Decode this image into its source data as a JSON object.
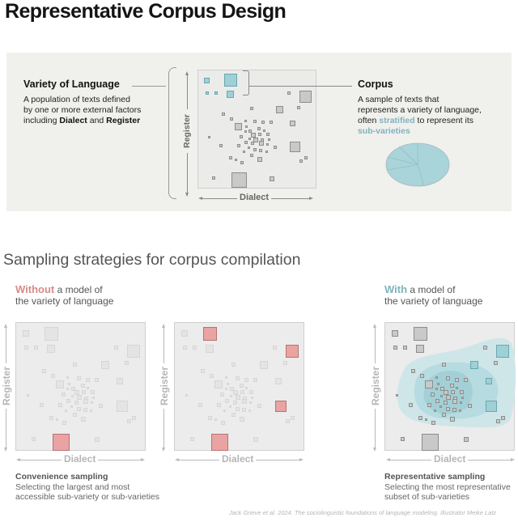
{
  "title": "Representative Corpus Design",
  "top_panel": {
    "variety": {
      "title": "Variety of Language",
      "desc_1": "A population of texts defined",
      "desc_2": "by one or more external factors",
      "desc_3_pre": "including ",
      "desc_3_b1": "Dialect",
      "desc_3_mid": " and ",
      "desc_3_b2": "Register"
    },
    "axes": {
      "y_label": "Register",
      "x_label": "Dialect"
    },
    "corpus": {
      "title": "Corpus",
      "desc_1": "A sample of texts that",
      "desc_2": "represents a variety of language,",
      "desc_3_pre": "often ",
      "desc_3_hl": "stratified",
      "desc_3_post": " to represent its",
      "desc_4_hl": "sub-varieties"
    },
    "pie": {
      "fill": "#a8d4da",
      "stroke": "#9bbcc1",
      "slices_deg": [
        0,
        100,
        200,
        248,
        280,
        330
      ]
    }
  },
  "subtitle": "Sampling strategies for corpus compilation",
  "without": {
    "keyword": "Without",
    "rest_1": " a model of",
    "line_2": "the variety of language"
  },
  "with": {
    "keyword": "With",
    "rest_1": " a model of",
    "line_2": "the variety of language"
  },
  "plots": {
    "y_label": "Register",
    "x_label": "Dialect"
  },
  "captions": {
    "convenience": {
      "title": "Convenience sampling",
      "line_1": "Selecting the largest and most",
      "line_2": "accessible sub-variety or sub-varieties"
    },
    "representative": {
      "title": "Representative sampling",
      "line_1": "Selecting the most representative",
      "line_2": "subset of sub-varieties"
    }
  },
  "credit": "Jack Grieve et al. 2024. The sociolinguistic foundations of language modeling. Illustrator Meike Latz",
  "colors": {
    "panel_bg": "#f0f0ed",
    "teal": "#9fd0d6",
    "teal_text": "#7fb3bd",
    "pink": "#e9a3a3",
    "pink_text": "#d68b8b",
    "gray_square": "#c9c9c9"
  },
  "squares": [
    [
      0.05,
      0.06,
      0.05
    ],
    [
      0.22,
      0.03,
      0.11
    ],
    [
      0.06,
      0.18,
      0.03
    ],
    [
      0.14,
      0.18,
      0.03
    ],
    [
      0.24,
      0.17,
      0.06
    ],
    [
      0.76,
      0.18,
      0.03
    ],
    [
      0.86,
      0.17,
      0.1
    ],
    [
      0.44,
      0.31,
      0.03
    ],
    [
      0.66,
      0.3,
      0.06
    ],
    [
      0.84,
      0.3,
      0.03
    ],
    [
      0.2,
      0.36,
      0.03
    ],
    [
      0.27,
      0.4,
      0.03
    ],
    [
      0.31,
      0.45,
      0.06
    ],
    [
      0.39,
      0.42,
      0.02
    ],
    [
      0.47,
      0.42,
      0.03
    ],
    [
      0.54,
      0.43,
      0.03
    ],
    [
      0.61,
      0.43,
      0.03
    ],
    [
      0.78,
      0.43,
      0.05
    ],
    [
      0.4,
      0.47,
      0.02
    ],
    [
      0.43,
      0.5,
      0.03
    ],
    [
      0.5,
      0.48,
      0.03
    ],
    [
      0.55,
      0.5,
      0.02
    ],
    [
      0.39,
      0.51,
      0.02
    ],
    [
      0.45,
      0.53,
      0.04
    ],
    [
      0.51,
      0.53,
      0.03
    ],
    [
      0.58,
      0.53,
      0.03
    ],
    [
      0.35,
      0.55,
      0.03
    ],
    [
      0.43,
      0.57,
      0.02
    ],
    [
      0.47,
      0.57,
      0.04
    ],
    [
      0.53,
      0.58,
      0.03
    ],
    [
      0.59,
      0.58,
      0.02
    ],
    [
      0.08,
      0.56,
      0.02
    ],
    [
      0.39,
      0.6,
      0.03
    ],
    [
      0.45,
      0.61,
      0.03
    ],
    [
      0.52,
      0.6,
      0.04
    ],
    [
      0.58,
      0.62,
      0.02
    ],
    [
      0.33,
      0.63,
      0.03
    ],
    [
      0.42,
      0.65,
      0.02
    ],
    [
      0.47,
      0.66,
      0.03
    ],
    [
      0.52,
      0.67,
      0.03
    ],
    [
      0.57,
      0.68,
      0.02
    ],
    [
      0.18,
      0.63,
      0.03
    ],
    [
      0.64,
      0.64,
      0.03
    ],
    [
      0.78,
      0.61,
      0.09
    ],
    [
      0.44,
      0.71,
      0.03
    ],
    [
      0.5,
      0.74,
      0.04
    ],
    [
      0.26,
      0.73,
      0.03
    ],
    [
      0.36,
      0.77,
      0.03
    ],
    [
      0.31,
      0.75,
      0.02
    ],
    [
      0.38,
      0.68,
      0.02
    ],
    [
      0.86,
      0.76,
      0.03
    ],
    [
      0.9,
      0.73,
      0.03
    ],
    [
      0.12,
      0.9,
      0.03
    ],
    [
      0.28,
      0.87,
      0.13
    ],
    [
      0.61,
      0.9,
      0.04
    ]
  ]
}
